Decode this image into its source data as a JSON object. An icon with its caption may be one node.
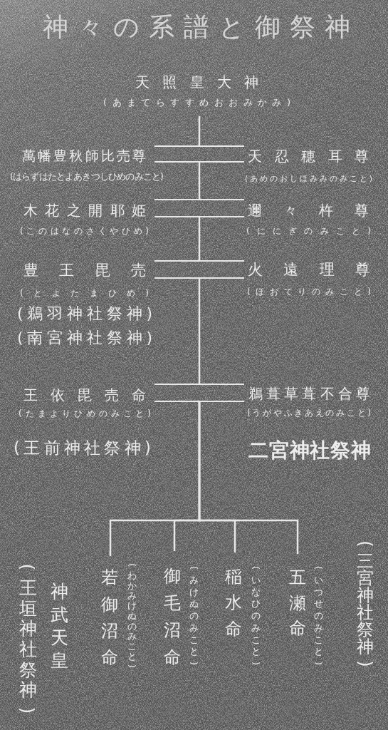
{
  "diagram": {
    "title": "神々の系譜と御祭神",
    "nodes": [
      {
        "text": [
          "天照皇大神",
          "(あまてらすすめおおみかみ)"
        ]
      },
      {
        "text": [
          "萬幡豊秋師比売尊",
          "(はらずはたとよあきつしひめのみこと)"
        ]
      },
      {
        "text": [],
        "shape": "bar"
      },
      {
        "text": [
          "天忍穂耳尊",
          "(あめのおしほみみのみこと)"
        ]
      },
      {
        "text": [
          "木花之開耶姫",
          "(このはなのさくやひめ)"
        ]
      },
      {
        "text": [],
        "shape": "bar"
      },
      {
        "text": [
          "邇々杵尊",
          "(ににぎのみこと)"
        ]
      },
      {
        "text": [
          "豊王毘売",
          "(とよたまひめ)"
        ],
        "beside": [
          "(鵜羽神社祭神)",
          "(南宮神社祭神)"
        ]
      },
      {
        "text": [],
        "shape": "bar"
      },
      {
        "text": [
          "火遠理尊",
          "(ほおてりのみこと)"
        ]
      },
      {
        "text": [
          "王依毘売命",
          "(たまよりひめのみこと)"
        ],
        "beside": [
          "(王前神社祭神)"
        ]
      },
      {
        "text": [],
        "shape": "bar"
      },
      {
        "text": [
          "鵜葺草葺不合尊",
          "(うがやふきあえのみこと)"
        ],
        "beside": [
          "二宮神社祭神"
        ]
      },
      {
        "text": [
          "五瀬命",
          "(いつせのみこと)"
        ],
        "beside": [
          "(三宮神社祭神)"
        ]
      },
      {
        "text": [
          "稲水命",
          "(いなひのみこと)"
        ]
      },
      {
        "text": [
          "御毛沼命",
          "(みけぬのみこと)"
        ]
      },
      {
        "text": [
          "若御沼命",
          "(わかみけぬのみこと)"
        ],
        "beside": [
          "神武天皇",
          "(王垣神社祭神)"
        ]
      }
    ],
    "edges": [
      {
        "from": 0,
        "to": 2,
        "arrow": "none"
      },
      {
        "from": 2,
        "to": 5,
        "arrow": "none"
      },
      {
        "from": 5,
        "to": 8,
        "arrow": "none"
      },
      {
        "from": 8,
        "to": 11,
        "arrow": "none"
      },
      {
        "from": 11,
        "to": 13,
        "arrow": "none"
      },
      {
        "from": 11,
        "to": 14,
        "arrow": "none"
      },
      {
        "from": 11,
        "to": 15,
        "arrow": "none"
      },
      {
        "from": 11,
        "to": 16,
        "arrow": "none"
      }
    ]
  }
}
